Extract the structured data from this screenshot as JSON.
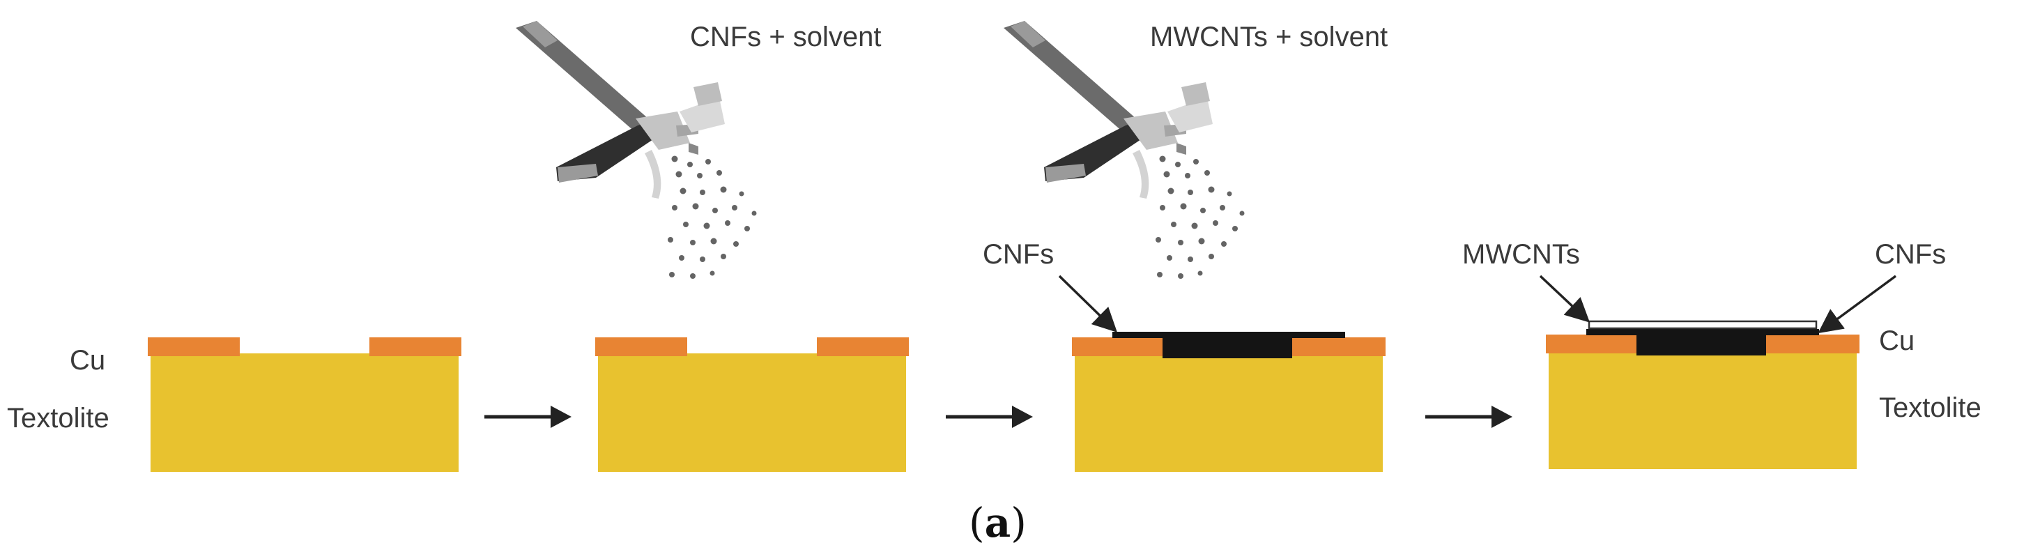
{
  "labels": {
    "cnfs_solvent": "CNFs + solvent",
    "mwcnts_solvent": "MWCNTs + solvent",
    "cnfs_stage3": "CNFs",
    "mwcnts_stage4": "MWCNTs",
    "cnfs_stage4": "CNFs",
    "cu_left": "Cu",
    "textolite_left": "Textolite",
    "cu_right": "Cu",
    "textolite_right": "Textolite"
  },
  "caption": {
    "open": "(",
    "letter": "a",
    "close": ")"
  },
  "colors": {
    "textolite": "#E8C22F",
    "copper": "#E88433",
    "cnf_layer": "#141414",
    "mwcnt_layer": "#ffffff",
    "arrow": "#222222",
    "particles": "#4a4a4a",
    "gun_body": "#5a5a5a",
    "gun_metal": "#b9b9b9"
  },
  "icons": [
    "spray-gun-icon",
    "spray-gun-icon",
    "arrow-right-icon",
    "arrow-right-icon",
    "arrow-right-icon"
  ]
}
